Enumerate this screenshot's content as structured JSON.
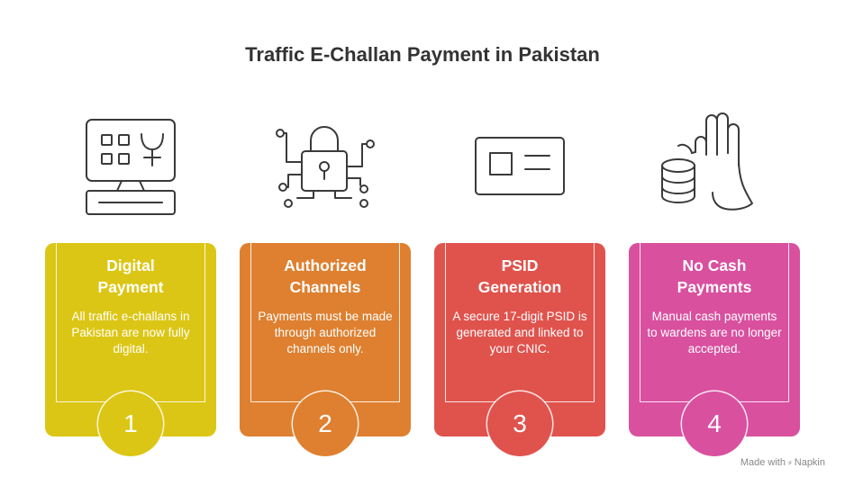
{
  "title": "Traffic E-Challan Payment in Pakistan",
  "steps": [
    {
      "number": "1",
      "heading_line1": "Digital",
      "heading_line2": "Payment",
      "description": "All traffic e-challans in Pakistan are now fully digital.",
      "color": "#dcc615",
      "icon": "computer-keypad-icon"
    },
    {
      "number": "2",
      "heading_line1": "Authorized",
      "heading_line2": "Channels",
      "description": "Payments must be made through authorized channels only.",
      "color": "#de8030",
      "icon": "padlock-circuit-icon"
    },
    {
      "number": "3",
      "heading_line1": "PSID",
      "heading_line2": "Generation",
      "description": "A secure 17-digit PSID is generated and linked to your CNIC.",
      "color": "#e0534d",
      "icon": "id-card-icon"
    },
    {
      "number": "4",
      "heading_line1": "No Cash",
      "heading_line2": "Payments",
      "description": "Manual cash payments to wardens are no longer accepted.",
      "color": "#d9509f",
      "icon": "hand-coins-icon"
    }
  ],
  "footer": "Made with ⸗ Napkin"
}
